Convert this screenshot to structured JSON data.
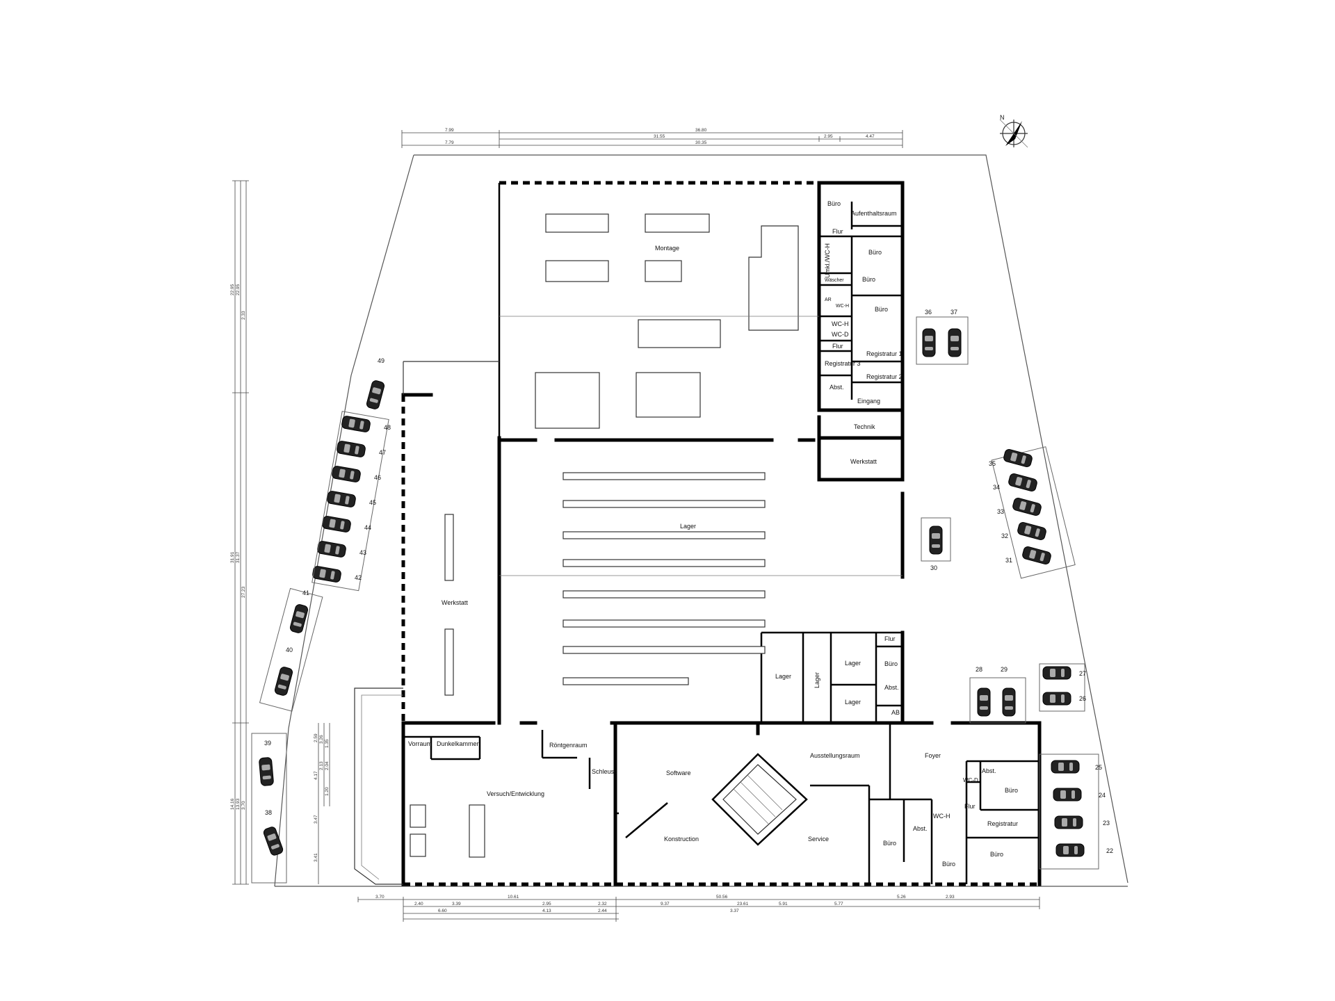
{
  "north_label": "N",
  "rooms": {
    "montage": "Montage",
    "lager_main": "Lager",
    "werkstatt_w": "Werkstatt",
    "werkstatt_e": "Werkstatt",
    "technik": "Technik",
    "eingang": "Eingang",
    "buero_1": "Büro",
    "aufenthaltsraum": "Aufenthaltsraum",
    "flur_1": "Flur",
    "umkl_wc": "Umkl./WC-H",
    "buero_2": "Büro",
    "waescher": "Wäscher",
    "buero_3": "Büro",
    "aR": "AR",
    "wc_h_1": "WC-H",
    "buero_4": "Büro",
    "wc_h_2": "WC-H",
    "wc_d_1": "WC-D",
    "flur_2": "Flur",
    "registratur_1": "Registratur 1",
    "registratur_3": "Registratur 3",
    "registratur_2": "Registratur 2",
    "abst_1": "Abst.",
    "lager_a": "Lager",
    "lager_b": "Lager",
    "lager_c": "Lager",
    "lager_d": "Lager",
    "flur_3": "Flur",
    "buero_5": "Büro",
    "abst_2": "Abst.",
    "ab": "AB",
    "vorraum": "Vorraum",
    "dunkelkammer": "Dunkelkammer",
    "roentgenraum": "Röntgenraum",
    "schleuse": "Schleuse",
    "versuch": "Versuch/Entwicklung",
    "software": "Software",
    "ausstellungsraum": "Ausstellungsraum",
    "foyer": "Foyer",
    "abst_3": "Abst.",
    "wc_d_2": "WC-D",
    "buero_6": "Büro",
    "flur_4": "Flur",
    "registratur": "Registratur",
    "wc_h_3": "WC-H",
    "abst_4": "Abst.",
    "konstruction": "Konstruction",
    "service": "Service",
    "buero_7": "Büro",
    "buero_8": "Büro",
    "buero_9": "Büro"
  },
  "parking": {
    "p22": "22",
    "p23": "23",
    "p24": "24",
    "p25": "25",
    "p26": "26",
    "p27": "27",
    "p28": "28",
    "p29": "29",
    "p30": "30",
    "p31": "31",
    "p32": "32",
    "p33": "33",
    "p34": "34",
    "p35": "35",
    "p36": "36",
    "p37": "37",
    "p38": "38",
    "p39": "39",
    "p40": "40",
    "p41": "41",
    "p42": "42",
    "p43": "43",
    "p44": "44",
    "p45": "45",
    "p46": "46",
    "p47": "47",
    "p48": "48",
    "p49": "49"
  },
  "dimensions": {
    "top": {
      "a": "7.99",
      "b": "36.80",
      "c": "31.55",
      "d": "2.95",
      "e": "4.47",
      "f": "7.79",
      "g": "30.35"
    },
    "bottom": {
      "a": "3.70",
      "b": "10.61",
      "c": "50.56",
      "d": "23.61",
      "e": "5.26",
      "f": "2.93",
      "g": "2.40",
      "h": "3.39",
      "i": "6.60",
      "j": "2.95",
      "k": "2.32",
      "l": "4.13",
      "m": "2.44",
      "n": "9.37",
      "o": "3.37",
      "p": "5.91",
      "q": "5.77"
    },
    "left": {
      "a": "22.95",
      "b": "22.95",
      "c": "2.33",
      "d": "31.91",
      "e": "31.37",
      "f": "27.23",
      "g": "14.16",
      "h": "13.93",
      "i": "3.70",
      "j": "2.59",
      "k": "3.26",
      "l": "1.35",
      "m": "4.17",
      "n": "2.13",
      "o": "2.04",
      "p": "1.20",
      "q": "3.47",
      "r": "3.41"
    }
  }
}
